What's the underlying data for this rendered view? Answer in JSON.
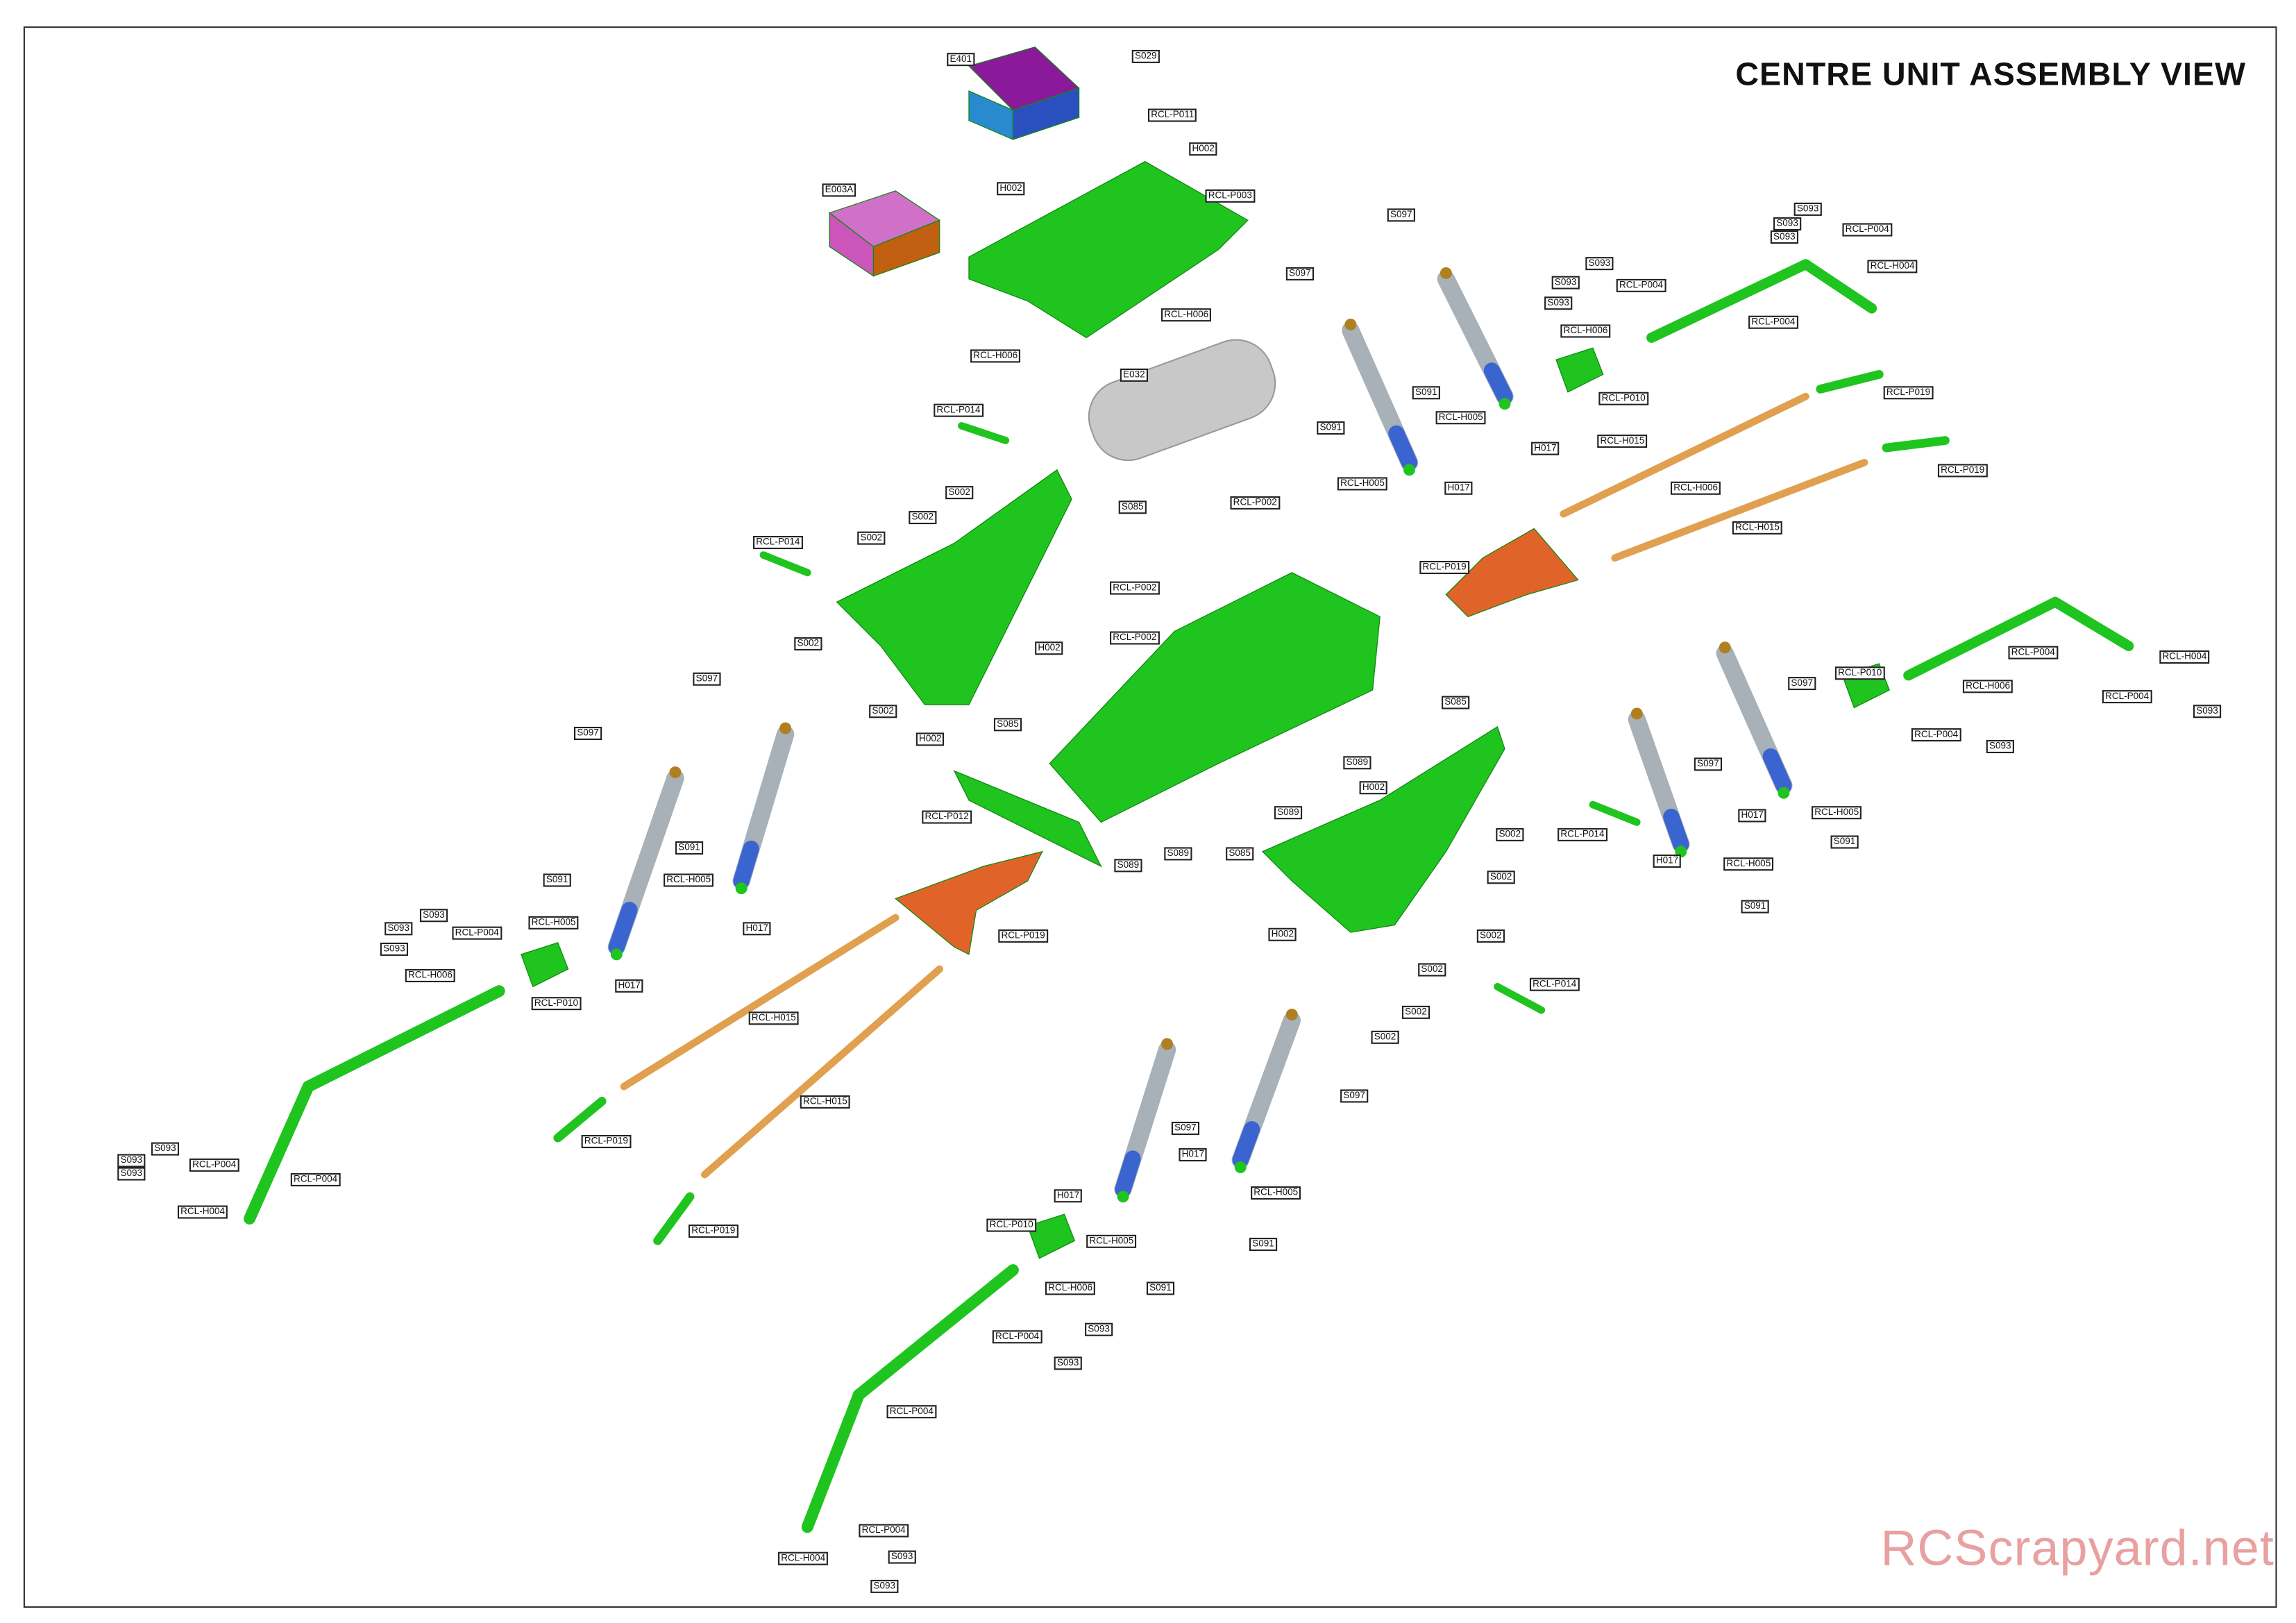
{
  "title": "CENTRE UNIT ASSEMBLY VIEW",
  "watermark": "RCScrapyard.net",
  "colors": {
    "part_green": "#1fc41f",
    "rod_orange": "#e0a050",
    "arm_orange": "#e0642a",
    "shock_grey": "#a8b0b8",
    "shock_blue": "#3a64d0",
    "esc_purple": "#8a1a9a",
    "esc_blue": "#2a8ad0",
    "battery_pink": "#cc55bb"
  },
  "labels": [
    "E401",
    "S029",
    "RCL-P011",
    "H002",
    "H002",
    "RCL-P003",
    "E003A",
    "RCL-H006",
    "RCL-H006",
    "E032",
    "RCL-P014",
    "S085",
    "RCL-P002",
    "S002",
    "S002",
    "S002",
    "RCL-P014",
    "RCL-P002",
    "RCL-P002",
    "H002",
    "S002",
    "S097",
    "S002",
    "S085",
    "H002",
    "S097",
    "RCL-P012",
    "S091",
    "RCL-H005",
    "S091",
    "RCL-H005",
    "H017",
    "S093",
    "S093",
    "RCL-P004",
    "S093",
    "RCL-H006",
    "RCL-P010",
    "H017",
    "RCL-P019",
    "RCL-H015",
    "RCL-H015",
    "RCL-P019",
    "RCL-P019",
    "S093",
    "S093",
    "RCL-P004",
    "S093",
    "RCL-P004",
    "RCL-H004",
    "S097",
    "S097",
    "S093",
    "S093",
    "S093",
    "RCL-P004",
    "RCL-H004",
    "S093",
    "S093",
    "RCL-P004",
    "S093",
    "RCL-H006",
    "RCL-P004",
    "S091",
    "RCL-H005",
    "RCL-P019",
    "RCL-P010",
    "S091",
    "H017",
    "RCL-H015",
    "RCL-P019",
    "RCL-H005",
    "H017",
    "RCL-H006",
    "RCL-H015",
    "RCL-P019",
    "RCL-P004",
    "RCL-H004",
    "RCL-P010",
    "S097",
    "RCL-H006",
    "RCL-P004",
    "S085",
    "S093",
    "RCL-P004",
    "S093",
    "S089",
    "S097",
    "H002",
    "S089",
    "H017",
    "RCL-H005",
    "S002",
    "RCL-P014",
    "S091",
    "S089",
    "S089",
    "S085",
    "H017",
    "RCL-H005",
    "S002",
    "S091",
    "S002",
    "H002",
    "S002",
    "RCL-P014",
    "S002",
    "S002",
    "S097",
    "S097",
    "H017",
    "RCL-H005",
    "H017",
    "RCL-P010",
    "S091",
    "RCL-H005",
    "RCL-H006",
    "S091",
    "S093",
    "RCL-P004",
    "S093",
    "RCL-P004",
    "RCL-P004",
    "S093",
    "RCL-H004",
    "S093"
  ]
}
